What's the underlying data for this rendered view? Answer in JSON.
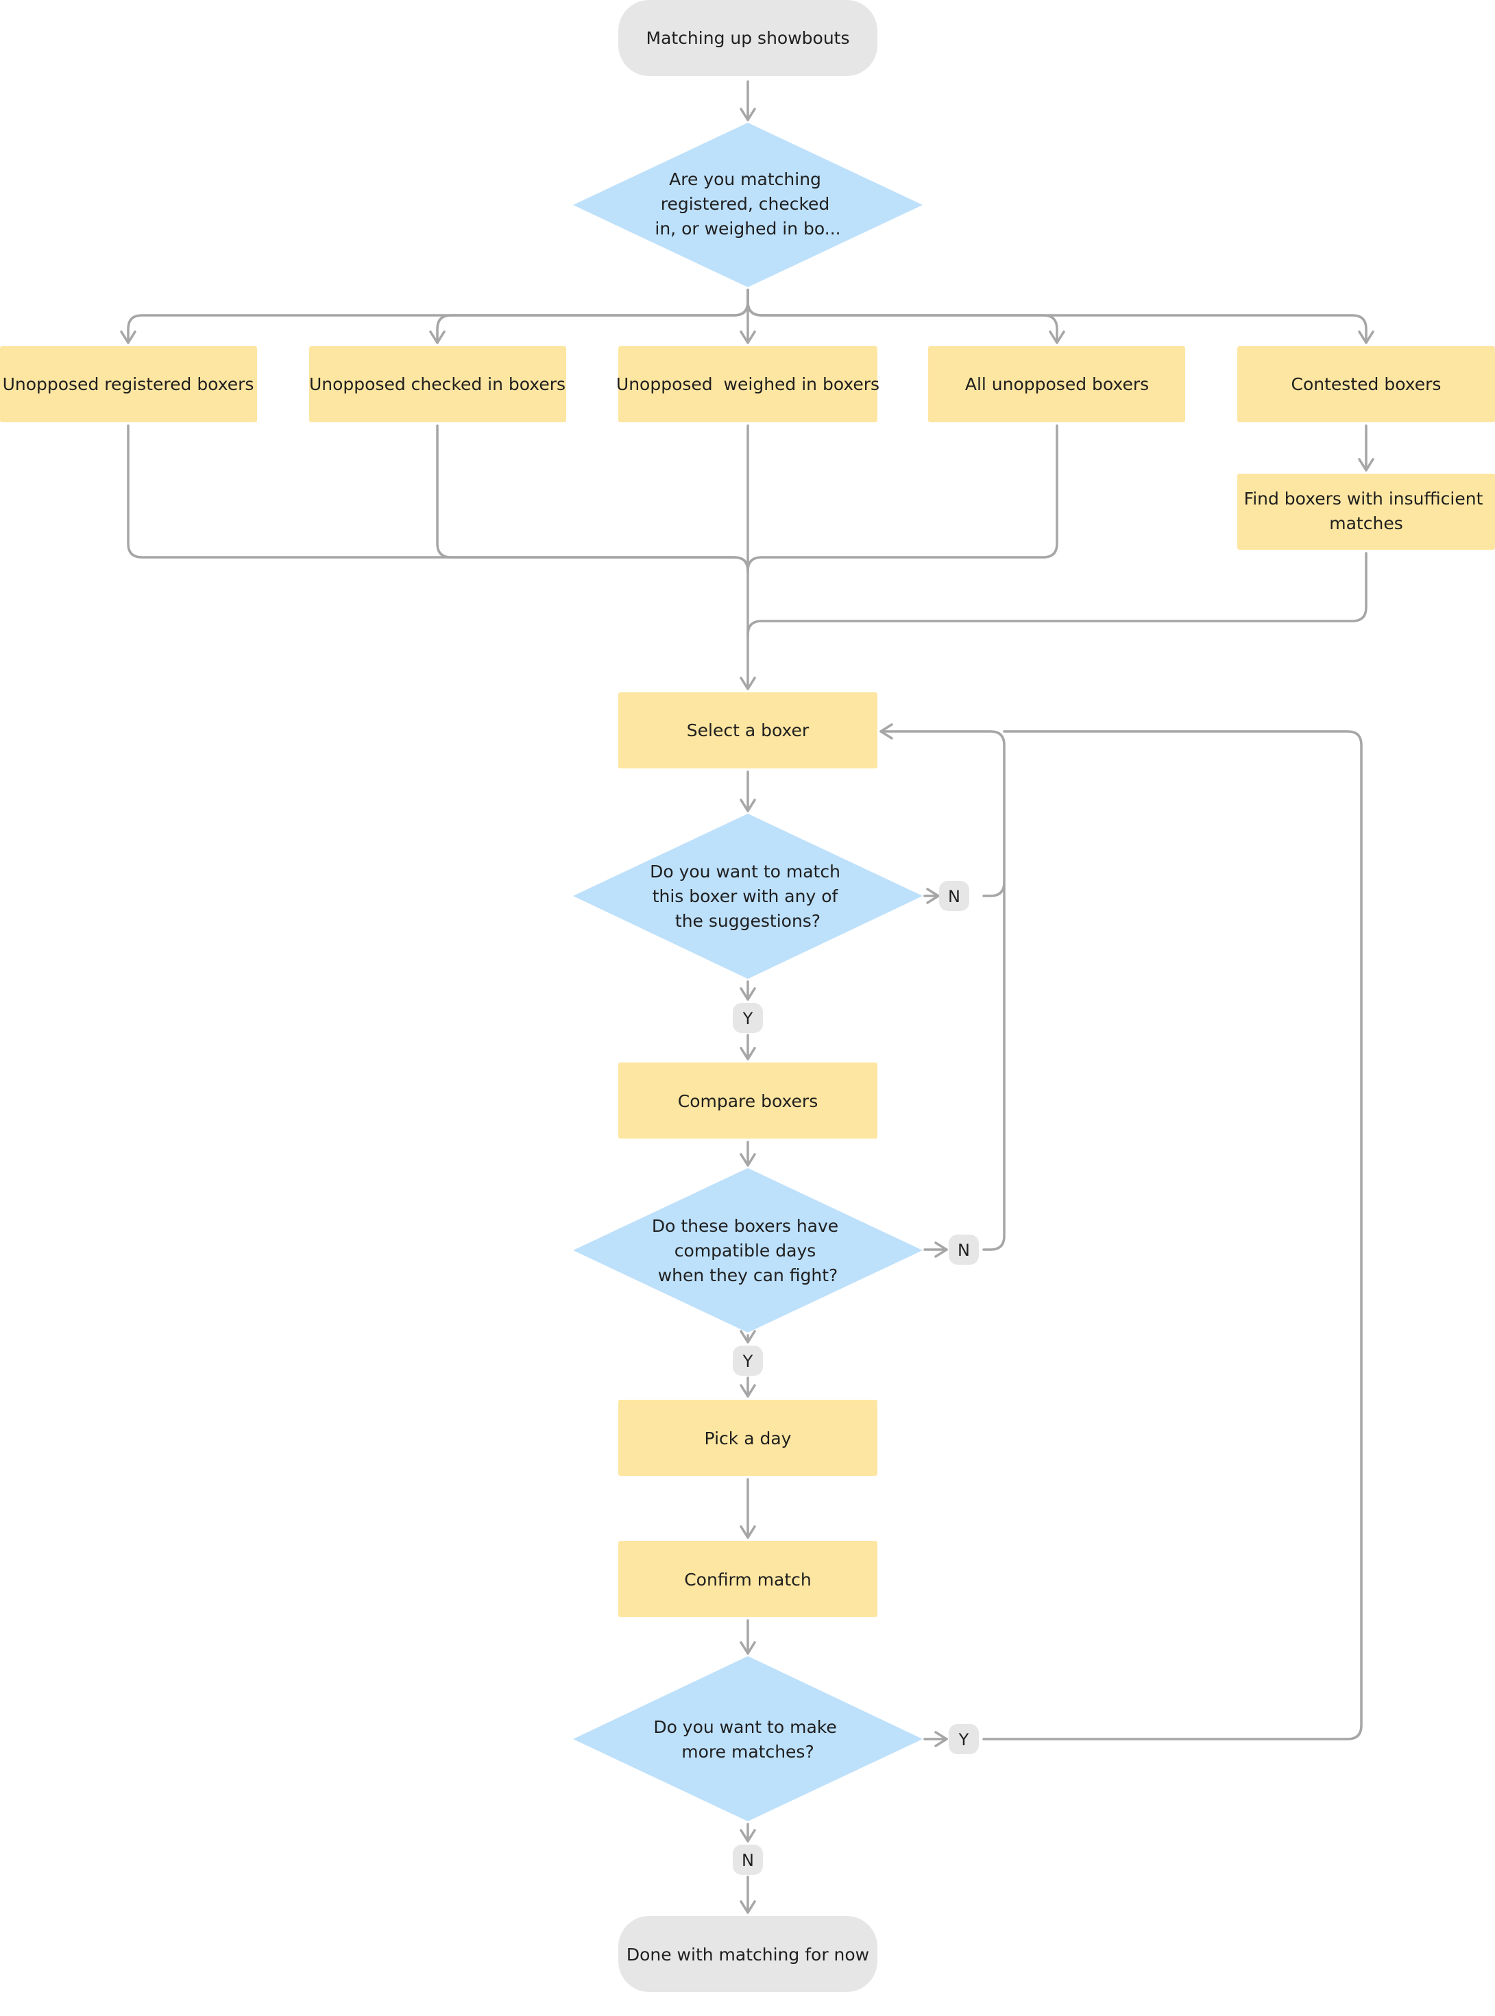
{
  "nodes": {
    "start": "Matching up showbouts",
    "q_which": [
      "Are you matching",
      "registered, checked",
      "in, or weighed in bo..."
    ],
    "unopp_registered": "Unopposed registered boxers",
    "unopp_checked": "Unopposed checked in boxers",
    "unopp_weighed": "Unopposed  weighed in boxers",
    "all_unopposed": "All unopposed boxers",
    "contested": "Contested boxers",
    "find_insufficient": [
      "Find boxers with insufficient",
      "matches"
    ],
    "select_boxer": "Select a boxer",
    "q_match": [
      "Do you want to match",
      "this boxer with any of",
      "the suggestions?"
    ],
    "compare": "Compare boxers",
    "q_days": [
      "Do these boxers have",
      "compatible days",
      "when they can fight?"
    ],
    "pick_day": "Pick a day",
    "confirm": "Confirm match",
    "q_more": [
      "Do you want to make",
      "more matches?"
    ],
    "end": "Done with matching for now"
  },
  "badges": {
    "match_no": "N",
    "match_yes": "Y",
    "days_no": "N",
    "days_yes": "Y",
    "more_yes": "Y",
    "more_no": "N"
  },
  "colors": {
    "terminal": "#e6e6e6",
    "process": "#fde6a1",
    "decision": "#bde0fb",
    "connector": "#a6a6a6",
    "text": "#1f1f1f"
  }
}
